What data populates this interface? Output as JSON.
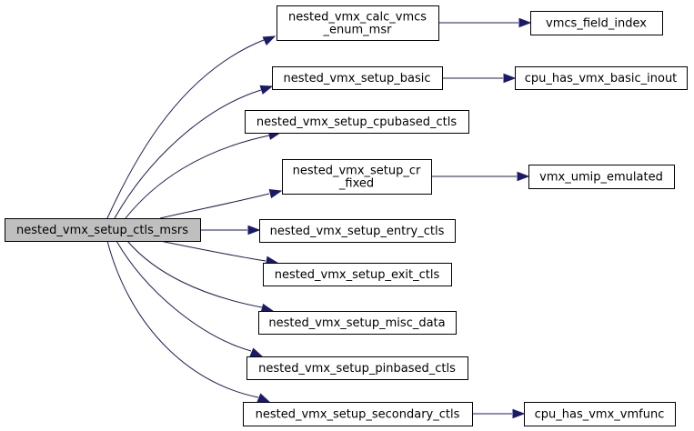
{
  "diagram": {
    "nodes": [
      {
        "id": "root",
        "lines": [
          "nested_vmx_setup_ctls_msrs"
        ]
      },
      {
        "id": "calc",
        "lines": [
          "nested_vmx_calc_vmcs",
          "_enum_msr"
        ]
      },
      {
        "id": "vmcs_index",
        "lines": [
          "vmcs_field_index"
        ]
      },
      {
        "id": "basic",
        "lines": [
          "nested_vmx_setup_basic"
        ]
      },
      {
        "id": "basic_inout",
        "lines": [
          "cpu_has_vmx_basic_inout"
        ]
      },
      {
        "id": "cpubased",
        "lines": [
          "nested_vmx_setup_cpubased_ctls"
        ]
      },
      {
        "id": "cr_fixed",
        "lines": [
          "nested_vmx_setup_cr",
          "_fixed"
        ]
      },
      {
        "id": "umip",
        "lines": [
          "vmx_umip_emulated"
        ]
      },
      {
        "id": "entry",
        "lines": [
          "nested_vmx_setup_entry_ctls"
        ]
      },
      {
        "id": "exit",
        "lines": [
          "nested_vmx_setup_exit_ctls"
        ]
      },
      {
        "id": "misc",
        "lines": [
          "nested_vmx_setup_misc_data"
        ]
      },
      {
        "id": "pinbased",
        "lines": [
          "nested_vmx_setup_pinbased_ctls"
        ]
      },
      {
        "id": "secondary",
        "lines": [
          "nested_vmx_setup_secondary_ctls"
        ]
      },
      {
        "id": "vmfunc",
        "lines": [
          "cpu_has_vmx_vmfunc"
        ]
      }
    ],
    "edges": [
      {
        "from": "root",
        "to": "calc"
      },
      {
        "from": "root",
        "to": "basic"
      },
      {
        "from": "root",
        "to": "cpubased"
      },
      {
        "from": "root",
        "to": "cr_fixed"
      },
      {
        "from": "root",
        "to": "entry"
      },
      {
        "from": "root",
        "to": "exit"
      },
      {
        "from": "root",
        "to": "misc"
      },
      {
        "from": "root",
        "to": "pinbased"
      },
      {
        "from": "root",
        "to": "secondary"
      },
      {
        "from": "calc",
        "to": "vmcs_index"
      },
      {
        "from": "basic",
        "to": "basic_inout"
      },
      {
        "from": "cr_fixed",
        "to": "umip"
      },
      {
        "from": "secondary",
        "to": "vmfunc"
      }
    ],
    "colors": {
      "edge": "#191970",
      "root_fill": "#bfbfbf",
      "node_fill": "#ffffff",
      "node_stroke": "#000000"
    }
  }
}
